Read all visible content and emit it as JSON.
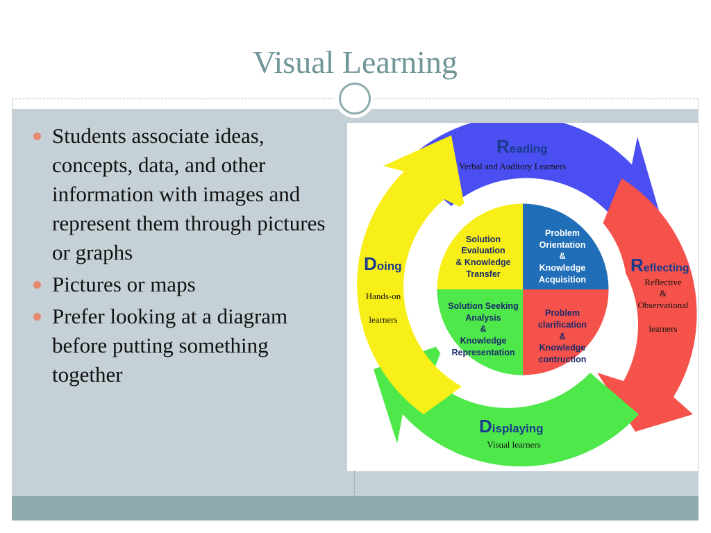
{
  "slide": {
    "title": "Visual Learning",
    "bullets": [
      "Students associate ideas, concepts, data, and other information with images and represent them through pictures or graphs",
      "Pictures or maps",
      "Prefer looking at a diagram before putting something together"
    ]
  },
  "diagram": {
    "reading": {
      "initial": "R",
      "rest": "eading",
      "sub": "Verbal and Auditory Learners"
    },
    "reflecting": {
      "initial": "R",
      "rest": "eflecting",
      "sub1": "Reflective",
      "sub2": "&",
      "sub3": "Observational",
      "sub4": "learners"
    },
    "displaying": {
      "initial": "D",
      "rest": "isplaying",
      "sub": "Visual learners"
    },
    "doing": {
      "initial": "D",
      "rest": "oing",
      "sub1": "Hands-on",
      "sub2": "learners"
    },
    "q_top_left": [
      "Solution",
      "Evaluation",
      "& Knowledge",
      "Transfer"
    ],
    "q_top_right": [
      "Problem",
      "Orientation",
      "&",
      "Knowledge",
      "Acquisition"
    ],
    "q_bottom_left": [
      "Solution Seeking",
      "Analysis",
      "&",
      "Knowledge",
      "Representation"
    ],
    "q_bottom_right": [
      "Problem",
      "clarification",
      "&",
      "Knowledge",
      "contruction"
    ]
  },
  "colors": {
    "title": "#6f9599",
    "bullet_dot": "#e58a6e",
    "blue_arrow": "#4b4ff2",
    "red_arrow": "#f4524a",
    "green_arrow": "#4fe84a",
    "yellow_arrow": "#f8ee18",
    "quad_blue": "#1f6eb7"
  }
}
